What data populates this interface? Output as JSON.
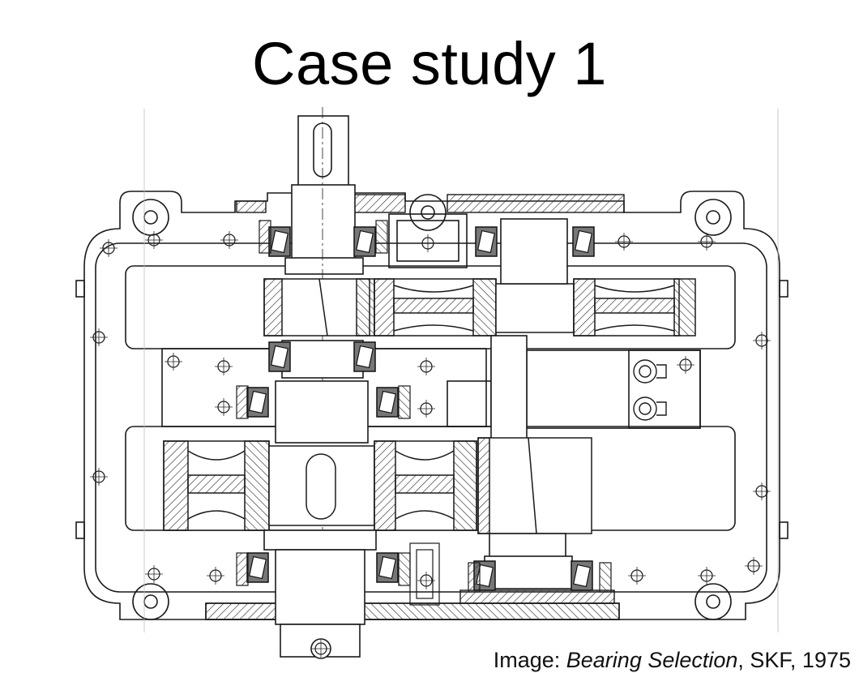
{
  "slide": {
    "title": "Case study 1",
    "caption": {
      "prefix": "Image: ",
      "source_title": "Bearing Selection",
      "suffix": ", SKF, 1975"
    }
  },
  "figure": {
    "subject": "gearbox cross-section with tapered roller bearings",
    "colors": {
      "line": "#1a1a1a",
      "hatch": "#333333",
      "bearing": "#555555",
      "background": "#ffffff"
    }
  }
}
